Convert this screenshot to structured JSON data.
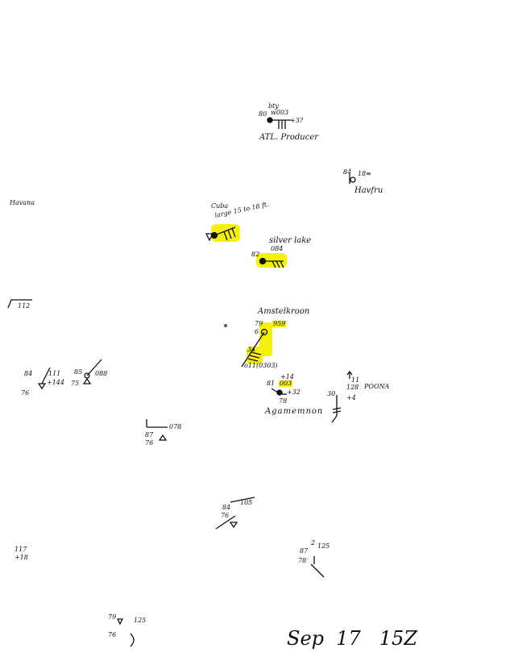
{
  "map": {
    "label": "Sep  17   15Z",
    "highlight_color": "#f4f00a",
    "ink_color": "#111111"
  },
  "stations": [
    {
      "id": "atl",
      "name": "ATL. Producer",
      "top": "bty",
      "temp": "80",
      "vis": "w003",
      "pressure": "+3?"
    },
    {
      "id": "havfru",
      "name": "Havfru",
      "temp": "84",
      "pressure": "18≡"
    },
    {
      "id": "cuba",
      "name": "Cuba",
      "note": "large 15 to 18 ft."
    },
    {
      "id": "silverlake",
      "name": "silver lake",
      "temp": "82",
      "pressure": "084"
    },
    {
      "id": "amstelkroon",
      "name": "Amstelkroon",
      "temp": "79",
      "pressure": "959",
      "extra": "6",
      "sub": "34",
      "footnote": "o11(0303)"
    },
    {
      "id": "agamemnon",
      "name": "Agamemnon",
      "temp": "81",
      "pressure": "003",
      "top": "+14",
      "change": "+32",
      "dew": "78"
    },
    {
      "id": "poona",
      "name": "POONA",
      "temp": "30",
      "pressure": "128",
      "change": "+4",
      "top": "11"
    },
    {
      "id": "west1",
      "temp": "84",
      "pressure": "111",
      "change": "+144",
      "dew": "76"
    },
    {
      "id": "west2",
      "temp": "85",
      "pressure": "088",
      "dew": "75"
    },
    {
      "id": "mid1",
      "temp": "87",
      "pressure": "078",
      "dew": "76"
    },
    {
      "id": "s1",
      "temp": "84",
      "pressure": "105",
      "dew": "76"
    },
    {
      "id": "s2",
      "temp": "87",
      "pressure": "125",
      "dew": "78",
      "top": "2"
    },
    {
      "id": "s3",
      "temp": "79",
      "pressure": "125",
      "dew": "76"
    },
    {
      "id": "left1",
      "temp": "117",
      "change": "+18"
    }
  ],
  "edge_labels": {
    "left_top": "Havana",
    "left_mid": "112"
  }
}
